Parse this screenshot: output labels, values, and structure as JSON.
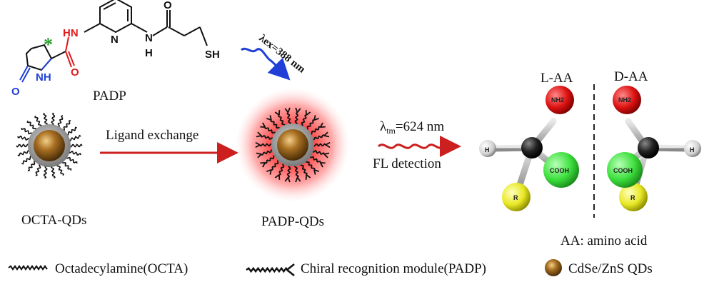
{
  "molecule": {
    "name": "PADP",
    "atoms": {
      "nh_left": "HN",
      "n_ring": "N",
      "n_amide": "N",
      "h_amide": "H",
      "o_amide": "O",
      "sh": "SH",
      "o_pyrrol": "O",
      "nh_ring": "NH",
      "o_carbonyl": "O"
    },
    "chiral_mark": "*"
  },
  "excitation": {
    "label": "λex=388 nm"
  },
  "emission": {
    "label_prefix": "λ",
    "label_sub": "tm",
    "label_suffix": "=624 nm",
    "caption": "FL detection"
  },
  "steps": {
    "ligand_exchange": "Ligand exchange"
  },
  "qd_labels": {
    "octa": "OCTA-QDs",
    "padp": "PADP-QDs"
  },
  "enantiomers": {
    "left_title": "L-AA",
    "right_title": "D-AA",
    "atoms": {
      "nh2": "NH2",
      "h": "H",
      "cooh": "COOH",
      "r": "R"
    },
    "note": "AA: amino acid"
  },
  "legend": {
    "octa": "Octadecylamine(OCTA)",
    "padp": "Chiral recognition module(PADP)",
    "qd": "CdSe/ZnS QDs"
  },
  "colors": {
    "qd_core": "#9a6a22",
    "shell": "#9a9a9a",
    "glow": "#ff5a5a",
    "arrow": "#cc1f1f",
    "blue": "#1f3fd6",
    "red": "#e01a1a",
    "green_ball": "#3ee03e",
    "red_ball": "#dd1111",
    "yellow_ball": "#e8e825",
    "black_ball": "#222222"
  }
}
